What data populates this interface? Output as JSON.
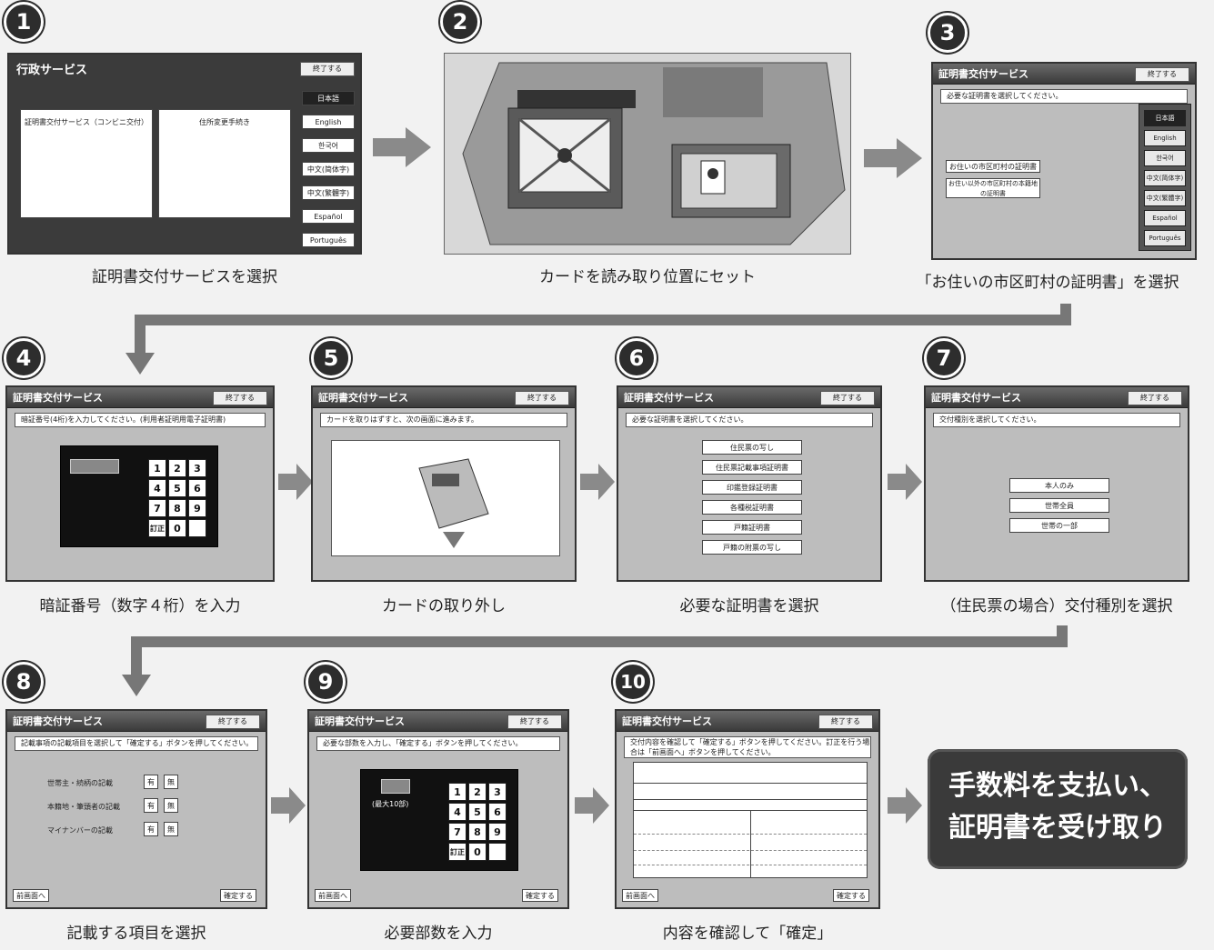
{
  "steps": [
    {
      "num": "1",
      "caption": "証明書交付サービスを選択",
      "screen_title": "行政サービス",
      "end_label": "終了する",
      "cards": [
        "証明書交付サービス（コンビニ交付）",
        "住所変更手続き"
      ],
      "langs": [
        "日本語",
        "English",
        "한국어",
        "中文(简体字)",
        "中文(繁體字)",
        "Español",
        "Português"
      ]
    },
    {
      "num": "2",
      "caption": "カードを読み取り位置にセット"
    },
    {
      "num": "3",
      "caption": "「お住いの市区町村の証明書」を選択",
      "screen_title": "証明書交付サービス",
      "end_label": "終了する",
      "msg": "必要な証明書を選択してください。",
      "options": [
        "お住いの市区町村の証明書",
        "お住い以外の市区町村の本籍地の証明書"
      ],
      "langs": [
        "日本語",
        "English",
        "한국어",
        "中文(简体字)",
        "中文(繁體字)",
        "Español",
        "Português"
      ]
    },
    {
      "num": "4",
      "caption": "暗証番号（数字４桁）を入力",
      "screen_title": "証明書交付サービス",
      "end_label": "終了する",
      "msg": "暗証番号(4桁)を入力してください。(利用者証明用電子証明書)",
      "keys": [
        "1",
        "2",
        "3",
        "4",
        "5",
        "6",
        "7",
        "8",
        "9",
        "訂正",
        "0",
        ""
      ]
    },
    {
      "num": "5",
      "caption": "カードの取り外し",
      "screen_title": "証明書交付サービス",
      "end_label": "終了する",
      "msg": "カードを取りはずすと、次の画面に進みます。"
    },
    {
      "num": "6",
      "caption": "必要な証明書を選択",
      "screen_title": "証明書交付サービス",
      "end_label": "終了する",
      "msg": "必要な証明書を選択してください。",
      "options": [
        "住民票の写し",
        "住民票記載事項証明書",
        "印鑑登録証明書",
        "各種税証明書",
        "戸籍証明書",
        "戸籍の附票の写し"
      ]
    },
    {
      "num": "7",
      "caption": "（住民票の場合）交付種別を選択",
      "screen_title": "証明書交付サービス",
      "end_label": "終了する",
      "msg": "交付種別を選択してください。",
      "options": [
        "本人のみ",
        "世帯全員",
        "世帯の一部"
      ]
    },
    {
      "num": "8",
      "caption": "記載する項目を選択",
      "screen_title": "証明書交付サービス",
      "end_label": "終了する",
      "msg": "記載事項の記載項目を選択して「確定する」ボタンを押してください。",
      "rows": [
        "世帯主・続柄の記載",
        "本籍地・筆頭者の記載",
        "マイナンバーの記載"
      ],
      "yes": "有",
      "no": "無",
      "back": "前画面へ",
      "confirm": "確定する"
    },
    {
      "num": "9",
      "caption": "必要部数を入力",
      "screen_title": "証明書交付サービス",
      "end_label": "終了する",
      "msg": "必要な部数を入力し、「確定する」ボタンを押してください。",
      "max": "(最大10部)",
      "keys": [
        "1",
        "2",
        "3",
        "4",
        "5",
        "6",
        "7",
        "8",
        "9",
        "訂正",
        "0",
        ""
      ],
      "back": "前画面へ",
      "confirm": "確定する"
    },
    {
      "num": "10",
      "caption": "内容を確認して「確定」",
      "screen_title": "証明書交付サービス",
      "end_label": "終了する",
      "msg": "交付内容を確認して「確定する」ボタンを押してください。訂正を行う場合は「前画面へ」ボタンを押してください。",
      "back": "前画面へ",
      "confirm": "確定する"
    }
  ],
  "final_text_line1": "手数料を支払い、",
  "final_text_line2": "証明書を受け取り"
}
